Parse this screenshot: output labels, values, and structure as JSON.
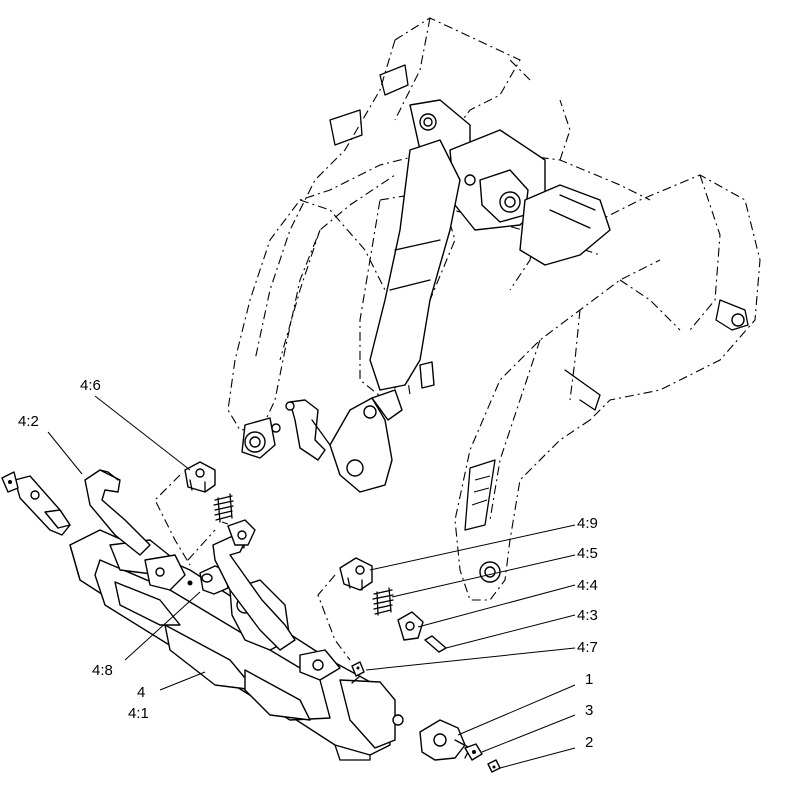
{
  "callouts": [
    {
      "id": "c46",
      "text": "4:6"
    },
    {
      "id": "c42",
      "text": "4:2"
    },
    {
      "id": "c48",
      "text": "4:8"
    },
    {
      "id": "c4",
      "text": "4"
    },
    {
      "id": "c41",
      "text": "4:1"
    },
    {
      "id": "c49",
      "text": "4:9"
    },
    {
      "id": "c45",
      "text": "4:5"
    },
    {
      "id": "c44",
      "text": "4:4"
    },
    {
      "id": "c43",
      "text": "4:3"
    },
    {
      "id": "c47",
      "text": "4:7"
    },
    {
      "id": "c1",
      "text": "1"
    },
    {
      "id": "c3",
      "text": "3"
    },
    {
      "id": "c2",
      "text": "2"
    }
  ]
}
